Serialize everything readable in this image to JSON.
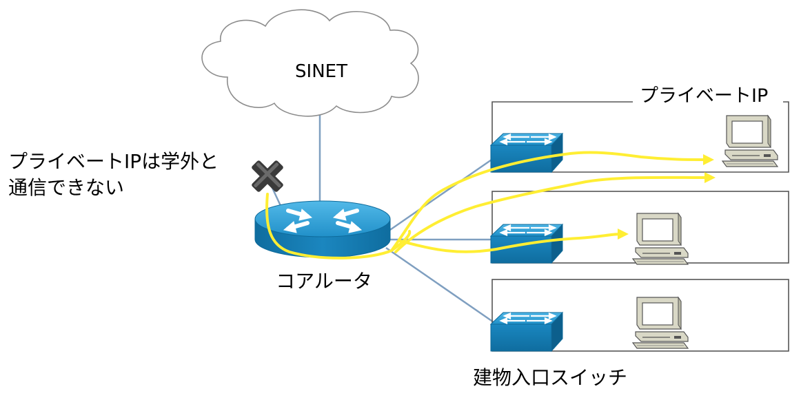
{
  "labels": {
    "cloud": "SINET",
    "private_ip": "プライベートIP",
    "note_line1": "プライベートIPは学外と",
    "note_line2": "通信できない",
    "core_router": "コアルータ",
    "building_switch": "建物入口スイッチ"
  },
  "icons": [
    "cloud-icon",
    "router-icon",
    "switch-icon",
    "computer-icon",
    "blocked-x-icon"
  ],
  "colors": {
    "device_blue": "#1f8ec6",
    "link_line": "#7f9fc0",
    "traffic_path": "#ffee33",
    "computer_body": "#d9d8c6"
  }
}
